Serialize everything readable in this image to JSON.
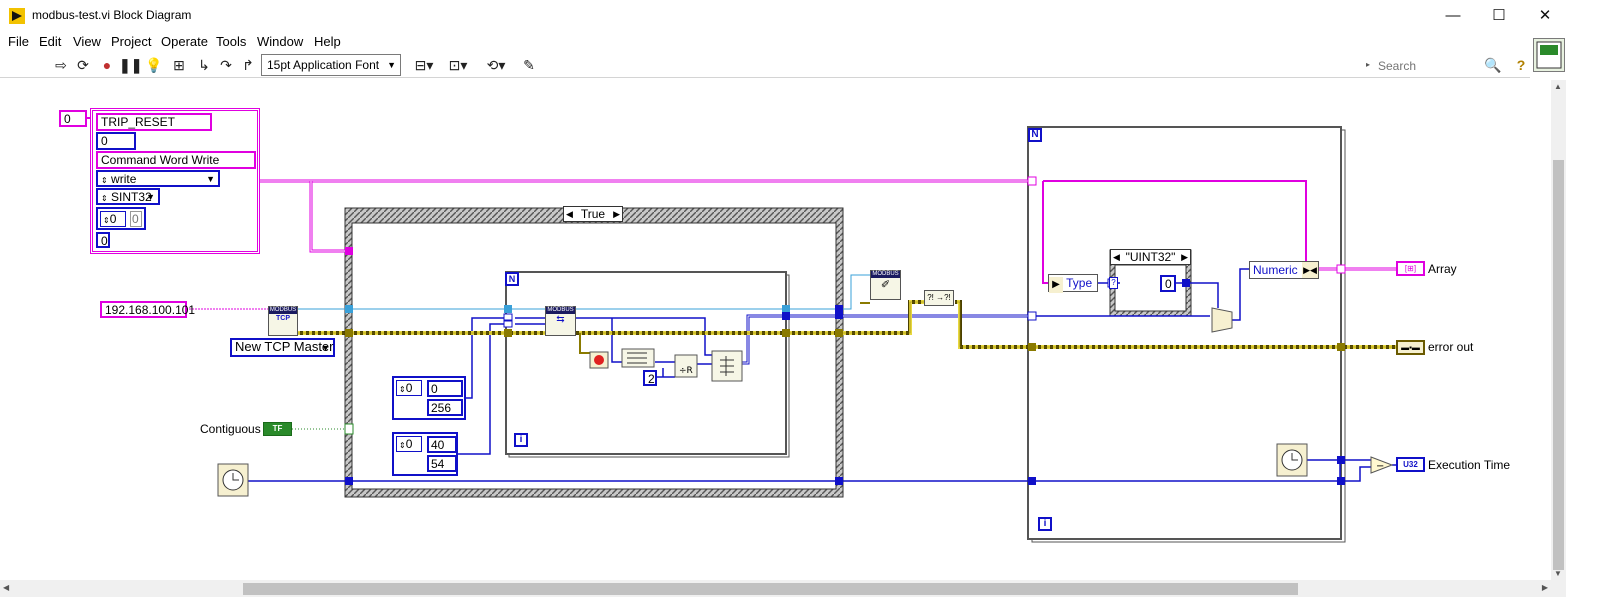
{
  "window": {
    "title": "modbus-test.vi Block Diagram",
    "minimize": "—",
    "maximize": "☐",
    "close": "✕"
  },
  "menu": [
    "File",
    "Edit",
    "View",
    "Project",
    "Operate",
    "Tools",
    "Window",
    "Help"
  ],
  "toolbar": {
    "font": "15pt Application Font",
    "search_placeholder": "Search",
    "help": "?"
  },
  "diagram": {
    "cluster": {
      "index": "0",
      "name": "TRIP_RESET",
      "address": "0",
      "description": "Command Word Write",
      "mode": "write",
      "type": "SINT32",
      "array_index": "0",
      "array_value": "0",
      "value": "0"
    },
    "ip_address": "192.168.100.101",
    "tcp_master": "New TCP Master",
    "contiguous_label": "Contiguous",
    "bool_const": "TF",
    "case_selector": "True",
    "array1": {
      "index": "0",
      "v1": "0",
      "v2": "256"
    },
    "array2": {
      "index": "0",
      "v1": "40",
      "v2": "54"
    },
    "const_two": "2",
    "loop_n": "N",
    "loop_i": "i",
    "type_label": "Type",
    "uint32_case": "\"UINT32\"",
    "zero_const": "0",
    "numeric_label": "Numeric",
    "out_array": "Array",
    "out_error": "error out",
    "out_exec": "Execution Time",
    "u32": "U32",
    "modbus": "MODBUS",
    "tcp": "TCP"
  },
  "colors": {
    "wire_pink": "#e000e0",
    "wire_blue": "#1010c8",
    "wire_cluster": "#8a7a00",
    "wire_light_blue": "#3aa0d8",
    "wire_green": "#2a8a2a"
  }
}
